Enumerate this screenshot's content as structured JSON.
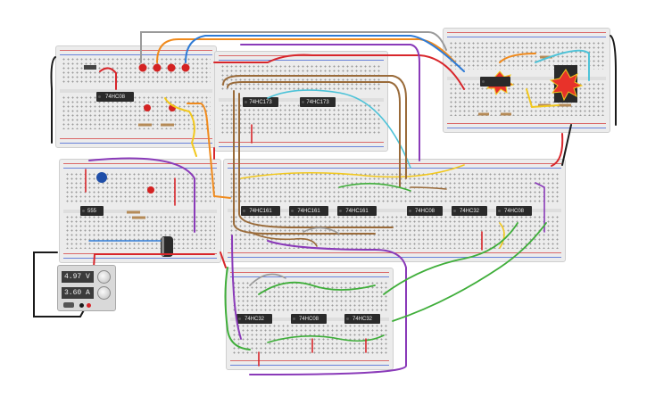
{
  "chips": [
    {
      "id": "chip-74hc08-top-left",
      "label": "74HC08"
    },
    {
      "id": "chip-74hc173-a",
      "label": "74HC173"
    },
    {
      "id": "chip-74hc173-b",
      "label": "74HC173"
    },
    {
      "id": "chip-555",
      "label": "555"
    },
    {
      "id": "chip-74hc161-a",
      "label": "74HC161"
    },
    {
      "id": "chip-74hc161-b",
      "label": "74HC161"
    },
    {
      "id": "chip-74hc161-c",
      "label": "74HC161"
    },
    {
      "id": "chip-74hc08-mid",
      "label": "74HC08"
    },
    {
      "id": "chip-74hc32-mid",
      "label": "74HC32"
    },
    {
      "id": "chip-74hc08-right",
      "label": "74HC08"
    },
    {
      "id": "chip-74hc32-bottom",
      "label": "74HC32"
    },
    {
      "id": "chip-74hc08-bottom",
      "label": "74HC08"
    },
    {
      "id": "chip-74hc32-bottom-right",
      "label": "74HC32"
    }
  ],
  "power_supply": {
    "voltage": "4.97 V",
    "current": "3.60 A"
  },
  "colors": {
    "board": "#ececec",
    "chip": "#2a2a2a",
    "wire_red": "#d8262b",
    "wire_black": "#1a1a1a",
    "wire_purple": "#8a3ab9",
    "wire_brown": "#9a6b3a",
    "wire_green": "#3fae3a",
    "wire_orange": "#f08a1c",
    "wire_yellow": "#f2c81d",
    "wire_blue": "#2e7bd6",
    "wire_cyan": "#4ec3d8",
    "wire_gray": "#9a9a9a",
    "led_red": "#d42222",
    "burst": "#e8322a"
  }
}
